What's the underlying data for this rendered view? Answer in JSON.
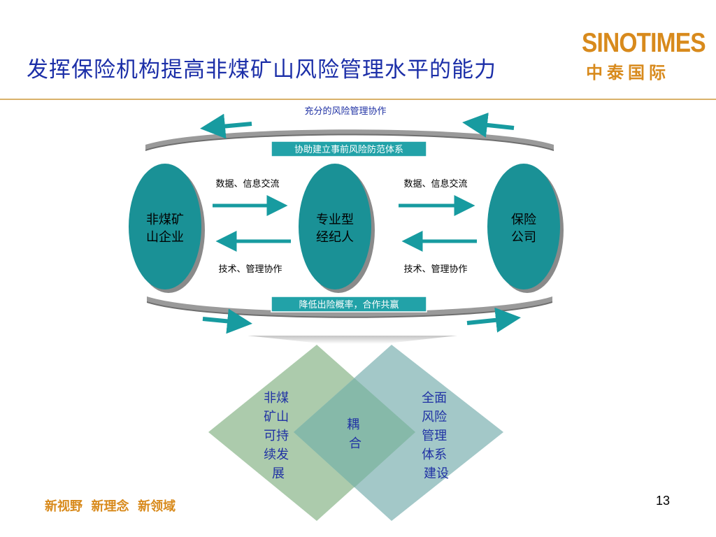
{
  "slide": {
    "title": "发挥保险机构提高非煤矿山风险管理水平的能力",
    "page_number": "13",
    "footer_slogan": "新视野  新理念  新领域"
  },
  "logo": {
    "name": "SINOTIMES",
    "chinese_name": "中泰国际",
    "color": "#d88a1c"
  },
  "diagram": {
    "top_caption": "充分的风险管理协作",
    "upper_banner": "协助建立事前风险防范体系",
    "lower_banner": "降低出险概率，合作共赢",
    "nodes": [
      {
        "line1": "非煤矿",
        "line2": "山企业"
      },
      {
        "line1": "专业型",
        "line2": "经纪人"
      },
      {
        "line1": "保险",
        "line2": "公司"
      }
    ],
    "flows": {
      "left_top": "数据、信息交流",
      "left_bottom": "技术、管理协作",
      "right_top": "数据、信息交流",
      "right_bottom": "技术、管理协作"
    },
    "venn": {
      "left_lines": [
        "非煤",
        "矿山",
        "可持",
        "续发",
        "展"
      ],
      "center_lines": [
        "耦",
        "合"
      ],
      "right_lines": [
        "全面",
        "风险",
        "管理",
        "体系",
        "建设"
      ]
    },
    "colors": {
      "node_fill": "#1a9196",
      "arrow": "#179ba0",
      "banner": "#22a2a8",
      "band": "#8e8e8e",
      "diamond_left": "#a8c8a8",
      "diamond_right": "#8fbcbc",
      "diamond_overlap": "#86b9a9",
      "text_blue": "#2032a4"
    }
  }
}
